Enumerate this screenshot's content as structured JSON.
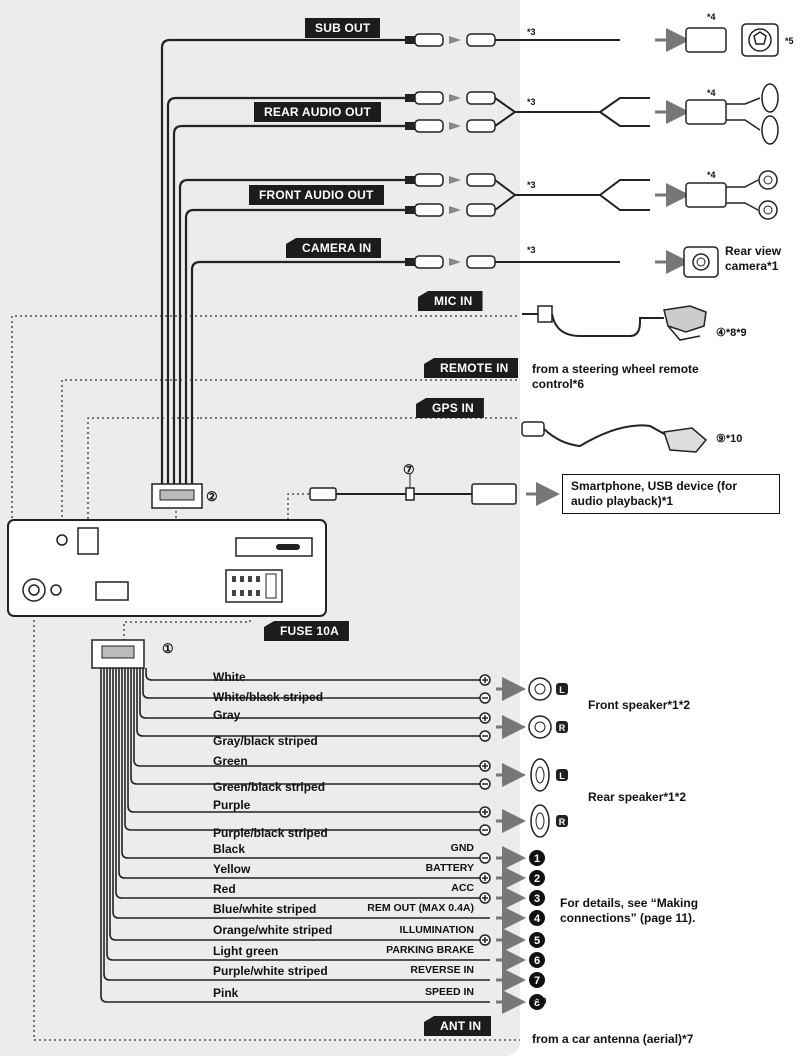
{
  "outputs": {
    "sub_out": "SUB OUT",
    "rear_audio_out": "REAR AUDIO OUT",
    "front_audio_out": "FRONT AUDIO OUT",
    "camera_in": "CAMERA IN",
    "mic_in": "MIC IN",
    "remote_in": "REMOTE IN",
    "gps_in": "GPS IN",
    "fuse": "FUSE 10A",
    "ant_in": "ANT IN"
  },
  "notes": {
    "n3a": "*3",
    "n3b": "*3",
    "n3c": "*3",
    "n3d": "*3",
    "n4a": "*4",
    "n4b": "*4",
    "n4c": "*4",
    "n5": "*5",
    "mic_num": "④*8*9",
    "gps_num": "⑨*10",
    "n10": "*10",
    "circ1": "①",
    "circ2": "②",
    "circ7": "⑦"
  },
  "labels": {
    "rear_view_camera": "Rear view camera*1",
    "steering_remote": "from a steering wheel remote control*6",
    "smartphone": "Smartphone, USB device (for audio playback)*1",
    "car_antenna": "from a car antenna (aerial)*7",
    "front_speaker": "Front speaker*1*2",
    "rear_speaker": "Rear speaker*1*2",
    "details": "For details, see “Making connections” (page 11).",
    "spk_L1": "L",
    "spk_R1": "R",
    "spk_L2": "L",
    "spk_R2": "R"
  },
  "wires": [
    {
      "color": "White",
      "func": ""
    },
    {
      "color": "White/black striped",
      "func": ""
    },
    {
      "color": "Gray",
      "func": ""
    },
    {
      "color": "Gray/black striped",
      "func": ""
    },
    {
      "color": "Green",
      "func": ""
    },
    {
      "color": "Green/black striped",
      "func": ""
    },
    {
      "color": "Purple",
      "func": ""
    },
    {
      "color": "Purple/black striped",
      "func": ""
    },
    {
      "color": "Black",
      "func": "GND"
    },
    {
      "color": "Yellow",
      "func": "BATTERY"
    },
    {
      "color": "Red",
      "func": "ACC"
    },
    {
      "color": "Blue/white striped",
      "func": "REM OUT (MAX 0.4A)"
    },
    {
      "color": "Orange/white striped",
      "func": "ILLUMINATION"
    },
    {
      "color": "Light green",
      "func": "PARKING BRAKE"
    },
    {
      "color": "Purple/white striped",
      "func": "REVERSE IN"
    },
    {
      "color": "Pink",
      "func": "SPEED IN"
    }
  ],
  "numbers": [
    "1",
    "2",
    "3",
    "4",
    "5",
    "6",
    "7",
    "8"
  ]
}
